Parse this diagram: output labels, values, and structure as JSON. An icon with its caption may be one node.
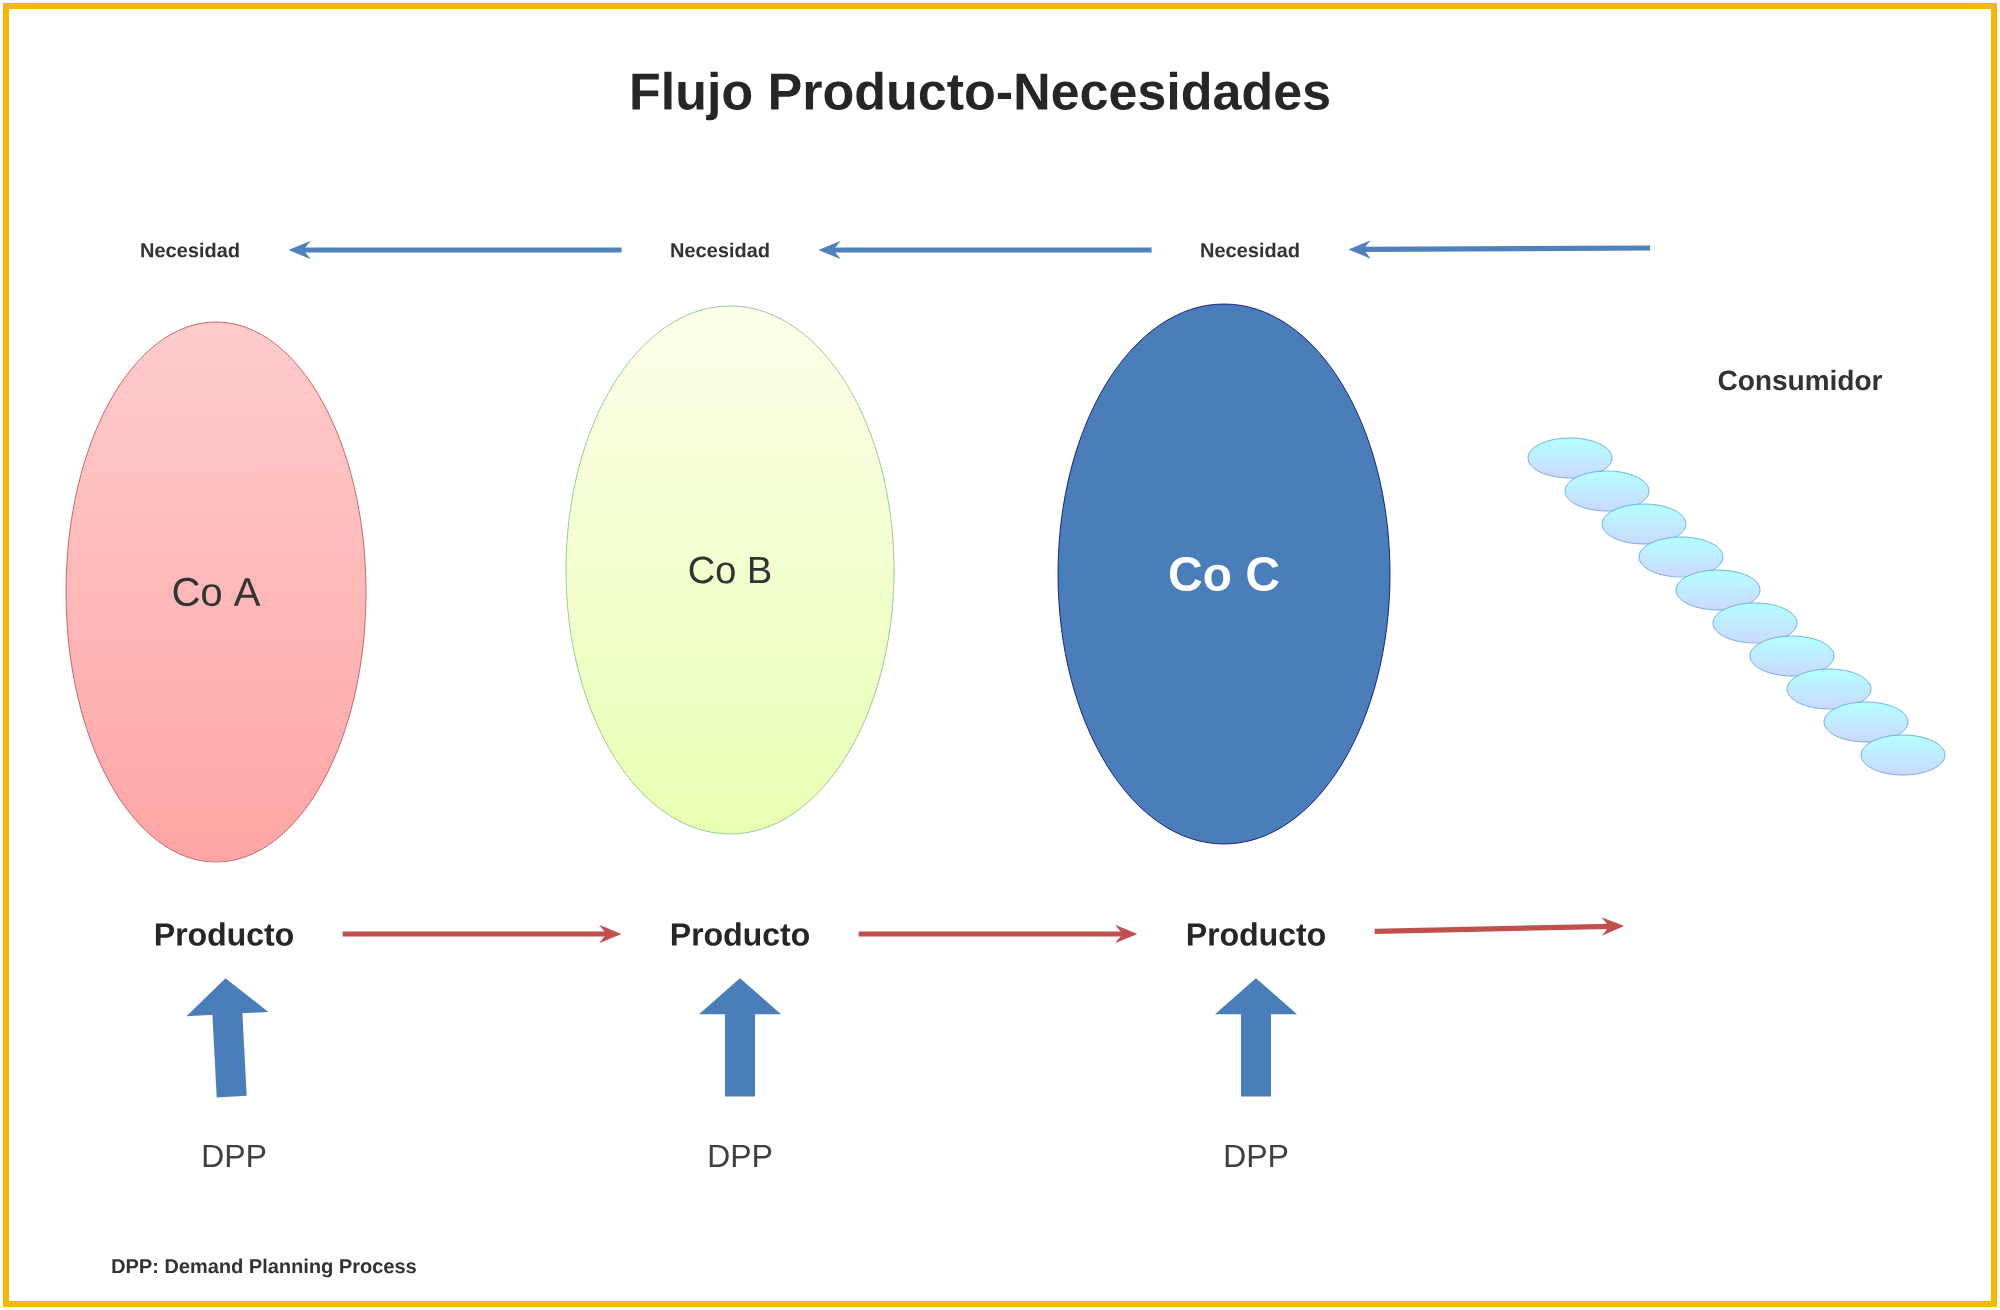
{
  "diagram": {
    "title": "Flujo Producto-Necesidades",
    "nodes": [
      {
        "text": [
          "Necesidad"
        ]
      },
      {
        "text": [
          "Necesidad"
        ]
      },
      {
        "text": [
          "Necesidad"
        ]
      },
      {
        "text": [
          "Co A"
        ]
      },
      {
        "text": [
          "Co B"
        ]
      },
      {
        "text": [
          "Co C"
        ]
      },
      {
        "text": [
          "Consumidor"
        ]
      },
      {
        "text": [
          "Producto"
        ]
      },
      {
        "text": [
          "Producto"
        ]
      },
      {
        "text": [
          "Producto"
        ]
      },
      {
        "text": [
          "DPP"
        ]
      },
      {
        "text": [
          "DPP"
        ]
      },
      {
        "text": [
          "DPP"
        ]
      }
    ],
    "edges": [
      {
        "from": 1,
        "to": 0,
        "arrow": "to",
        "color": "#4f81bd"
      },
      {
        "from": 2,
        "to": 1,
        "arrow": "to",
        "color": "#4f81bd"
      },
      {
        "from": null,
        "to": 2,
        "arrow": "to",
        "color": "#4f81bd"
      },
      {
        "from": 7,
        "to": 8,
        "arrow": "to",
        "color": "#c0504d"
      },
      {
        "from": 8,
        "to": 9,
        "arrow": "to",
        "color": "#c0504d"
      },
      {
        "from": 9,
        "to": null,
        "arrow": "to",
        "color": "#c0504d"
      },
      {
        "from": 10,
        "to": 7,
        "arrow": "to",
        "style": "thick",
        "color": "#4a7ebb"
      },
      {
        "from": 11,
        "to": 8,
        "arrow": "to",
        "style": "thick",
        "color": "#4a7ebb"
      },
      {
        "from": 12,
        "to": 9,
        "arrow": "to",
        "style": "thick",
        "color": "#4a7ebb"
      }
    ],
    "labels": [
      "DPP: Demand Planning Process"
    ]
  }
}
